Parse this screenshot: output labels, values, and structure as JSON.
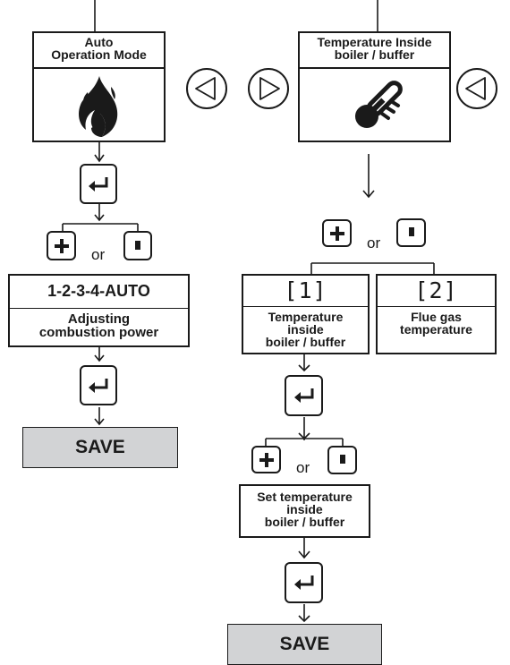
{
  "left": {
    "mode_box_title": "Auto\nOperation Mode",
    "or_text_1": "or",
    "power_value": "1-2-3-4-AUTO",
    "power_label": "Adjusting\ncombustion power",
    "save_label": "SAVE"
  },
  "right": {
    "temp_box_title": "Temperature Inside\nboiler / buffer",
    "or_text_1": "or",
    "option1_display": "[1]",
    "option1_label": "Temperature\ninside\nboiler / buffer",
    "option2_display": "[2]",
    "option2_label": "Flue gas\ntemperature",
    "or_text_2": "or",
    "set_temp_label": "Set temperature\ninside\nboiler / buffer",
    "save_label": "SAVE"
  },
  "icons": [
    "flame-icon",
    "thermometer-icon",
    "left-arrow-icon",
    "right-arrow-icon",
    "enter-icon",
    "plus-icon",
    "minus-icon"
  ]
}
